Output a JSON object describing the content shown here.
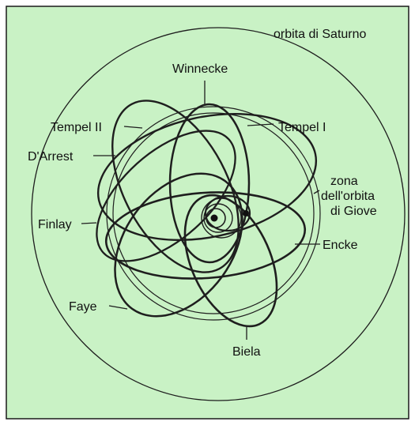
{
  "colors": {
    "background": "#c9f2c5",
    "frame": "#ffffff",
    "border": "#1a1a1a",
    "stroke": "#1e1e1e"
  },
  "labels": {
    "saturn_orbit": "orbita di Saturno",
    "winnecke": "Winnecke",
    "tempel_ii": "Tempel II",
    "tempel_i": "Tempel I",
    "d_arrest": "D'Arrest",
    "jupiter_zone_1": "zona",
    "jupiter_zone_2": "dell'orbita",
    "jupiter_zone_3": "di Giove",
    "finlay": "Finlay",
    "encke": "Encke",
    "faye": "Faye",
    "biela": "Biela"
  }
}
